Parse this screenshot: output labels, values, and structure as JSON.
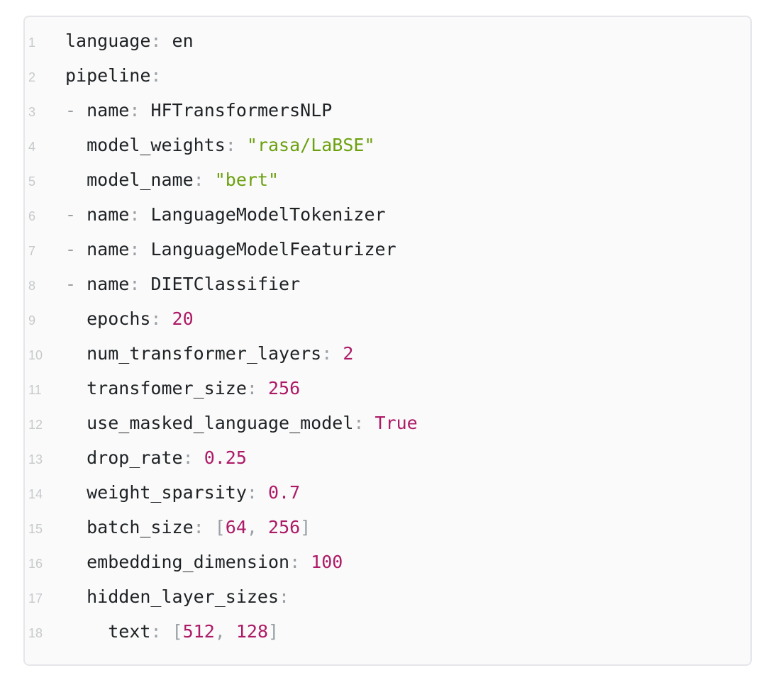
{
  "colors": {
    "page_background": "#ffffff",
    "block_background": "#fafafa",
    "block_border": "#e5e6ea",
    "key": "#1e2225",
    "punctuation": "#9aa0a5",
    "string": "#6ca00e",
    "number": "#ad1a66",
    "line_number": "#c6c9cc"
  },
  "code_block": {
    "language": "yaml",
    "lines": [
      {
        "num": "1",
        "tokens": [
          [
            "key",
            "language"
          ],
          [
            "punct",
            ": "
          ],
          [
            "plain",
            "en"
          ]
        ]
      },
      {
        "num": "2",
        "tokens": [
          [
            "key",
            "pipeline"
          ],
          [
            "punct",
            ":"
          ]
        ]
      },
      {
        "num": "3",
        "tokens": [
          [
            "punct",
            "- "
          ],
          [
            "key",
            "name"
          ],
          [
            "punct",
            ": "
          ],
          [
            "plain",
            "HFTransformersNLP"
          ]
        ]
      },
      {
        "num": "4",
        "tokens": [
          [
            "ws",
            "  "
          ],
          [
            "key",
            "model_weights"
          ],
          [
            "punct",
            ": "
          ],
          [
            "str",
            "\"rasa/LaBSE\""
          ]
        ]
      },
      {
        "num": "5",
        "tokens": [
          [
            "ws",
            "  "
          ],
          [
            "key",
            "model_name"
          ],
          [
            "punct",
            ": "
          ],
          [
            "str",
            "\"bert\""
          ]
        ]
      },
      {
        "num": "6",
        "tokens": [
          [
            "punct",
            "- "
          ],
          [
            "key",
            "name"
          ],
          [
            "punct",
            ": "
          ],
          [
            "plain",
            "LanguageModelTokenizer"
          ]
        ]
      },
      {
        "num": "7",
        "tokens": [
          [
            "punct",
            "- "
          ],
          [
            "key",
            "name"
          ],
          [
            "punct",
            ": "
          ],
          [
            "plain",
            "LanguageModelFeaturizer"
          ]
        ]
      },
      {
        "num": "8",
        "tokens": [
          [
            "punct",
            "- "
          ],
          [
            "key",
            "name"
          ],
          [
            "punct",
            ": "
          ],
          [
            "plain",
            "DIETClassifier"
          ]
        ]
      },
      {
        "num": "9",
        "tokens": [
          [
            "ws",
            "  "
          ],
          [
            "key",
            "epochs"
          ],
          [
            "punct",
            ": "
          ],
          [
            "num",
            "20"
          ]
        ]
      },
      {
        "num": "10",
        "tokens": [
          [
            "ws",
            "  "
          ],
          [
            "key",
            "num_transformer_layers"
          ],
          [
            "punct",
            ": "
          ],
          [
            "num",
            "2"
          ]
        ]
      },
      {
        "num": "11",
        "tokens": [
          [
            "ws",
            "  "
          ],
          [
            "key",
            "transfomer_size"
          ],
          [
            "punct",
            ": "
          ],
          [
            "num",
            "256"
          ]
        ]
      },
      {
        "num": "12",
        "tokens": [
          [
            "ws",
            "  "
          ],
          [
            "key",
            "use_masked_language_model"
          ],
          [
            "punct",
            ": "
          ],
          [
            "bool",
            "True"
          ]
        ]
      },
      {
        "num": "13",
        "tokens": [
          [
            "ws",
            "  "
          ],
          [
            "key",
            "drop_rate"
          ],
          [
            "punct",
            ": "
          ],
          [
            "num",
            "0.25"
          ]
        ]
      },
      {
        "num": "14",
        "tokens": [
          [
            "ws",
            "  "
          ],
          [
            "key",
            "weight_sparsity"
          ],
          [
            "punct",
            ": "
          ],
          [
            "num",
            "0.7"
          ]
        ]
      },
      {
        "num": "15",
        "tokens": [
          [
            "ws",
            "  "
          ],
          [
            "key",
            "batch_size"
          ],
          [
            "punct",
            ": "
          ],
          [
            "punct",
            "["
          ],
          [
            "num",
            "64"
          ],
          [
            "punct",
            ", "
          ],
          [
            "num",
            "256"
          ],
          [
            "punct",
            "]"
          ]
        ]
      },
      {
        "num": "16",
        "tokens": [
          [
            "ws",
            "  "
          ],
          [
            "key",
            "embedding_dimension"
          ],
          [
            "punct",
            ": "
          ],
          [
            "num",
            "100"
          ]
        ]
      },
      {
        "num": "17",
        "tokens": [
          [
            "ws",
            "  "
          ],
          [
            "key",
            "hidden_layer_sizes"
          ],
          [
            "punct",
            ":"
          ]
        ]
      },
      {
        "num": "18",
        "tokens": [
          [
            "ws",
            "    "
          ],
          [
            "key",
            "text"
          ],
          [
            "punct",
            ": "
          ],
          [
            "punct",
            "["
          ],
          [
            "num",
            "512"
          ],
          [
            "punct",
            ", "
          ],
          [
            "num",
            "128"
          ],
          [
            "punct",
            "]"
          ]
        ]
      }
    ]
  }
}
